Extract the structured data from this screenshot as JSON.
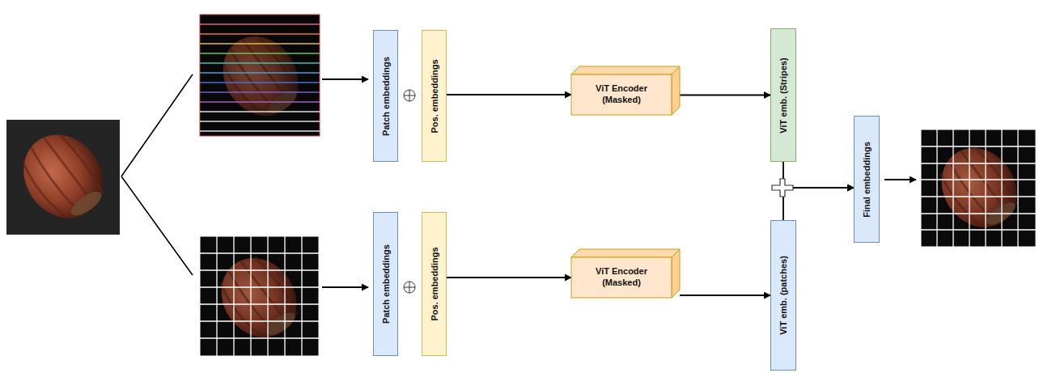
{
  "diagram": {
    "nodes": [
      {
        "text": [
          "Patch embeddings"
        ]
      },
      {
        "text": [
          "Pos. embeddings"
        ]
      },
      {
        "text": [
          "ViT Encoder (Masked)"
        ]
      },
      {
        "text": [
          "ViT emb. (Stripes)"
        ]
      },
      {
        "text": [
          "Patch embeddings"
        ]
      },
      {
        "text": [
          "Pos. embeddings"
        ]
      },
      {
        "text": [
          "ViT Encoder (Masked)"
        ]
      },
      {
        "text": [
          "ViT emb. (patches)"
        ]
      },
      {
        "text": [
          "Final embeddings"
        ]
      }
    ],
    "edges": [
      {
        "from": 1,
        "to": 2,
        "arrow": "to"
      },
      {
        "from": 2,
        "to": 3,
        "arrow": "to"
      },
      {
        "from": 5,
        "to": 6,
        "arrow": "to"
      },
      {
        "from": 6,
        "to": 7,
        "arrow": "to"
      },
      {
        "from": 3,
        "to": 8,
        "arrow": "to"
      },
      {
        "from": 7,
        "to": 8,
        "arrow": "to"
      }
    ]
  }
}
